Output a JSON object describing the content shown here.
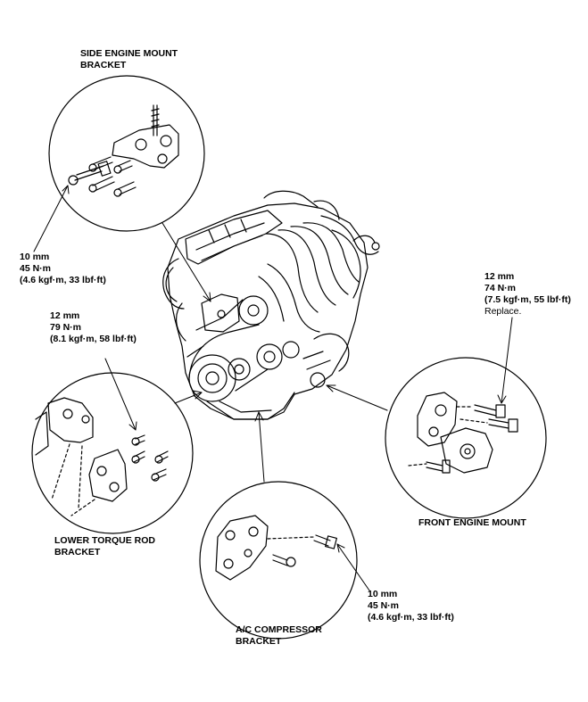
{
  "components": {
    "side_mount": {
      "line1": "SIDE ENGINE MOUNT",
      "line2": "BRACKET"
    },
    "lower_torque_rod": {
      "line1": "LOWER TORQUE ROD",
      "line2": "BRACKET"
    },
    "ac_compressor": {
      "line1": "A/C COMPRESSOR",
      "line2": "BRACKET"
    },
    "front_mount": {
      "line1": "FRONT ENGINE MOUNT"
    }
  },
  "torque_specs": {
    "side_mount": {
      "size": "10 mm",
      "torque": "45 N·m",
      "alt": "(4.6 kgf·m, 33 lbf·ft)"
    },
    "lower_torque_rod": {
      "size": "12 mm",
      "torque": "79 N·m",
      "alt": "(8.1 kgf·m, 58 lbf·ft)"
    },
    "front_mount": {
      "size": "12 mm",
      "torque": "74 N·m",
      "alt": "(7.5 kgf·m, 55 lbf·ft)",
      "note": "Replace."
    },
    "ac_compressor": {
      "size": "10 mm",
      "torque": "45 N·m",
      "alt": "(4.6 kgf·m, 33 lbf·ft)"
    }
  }
}
